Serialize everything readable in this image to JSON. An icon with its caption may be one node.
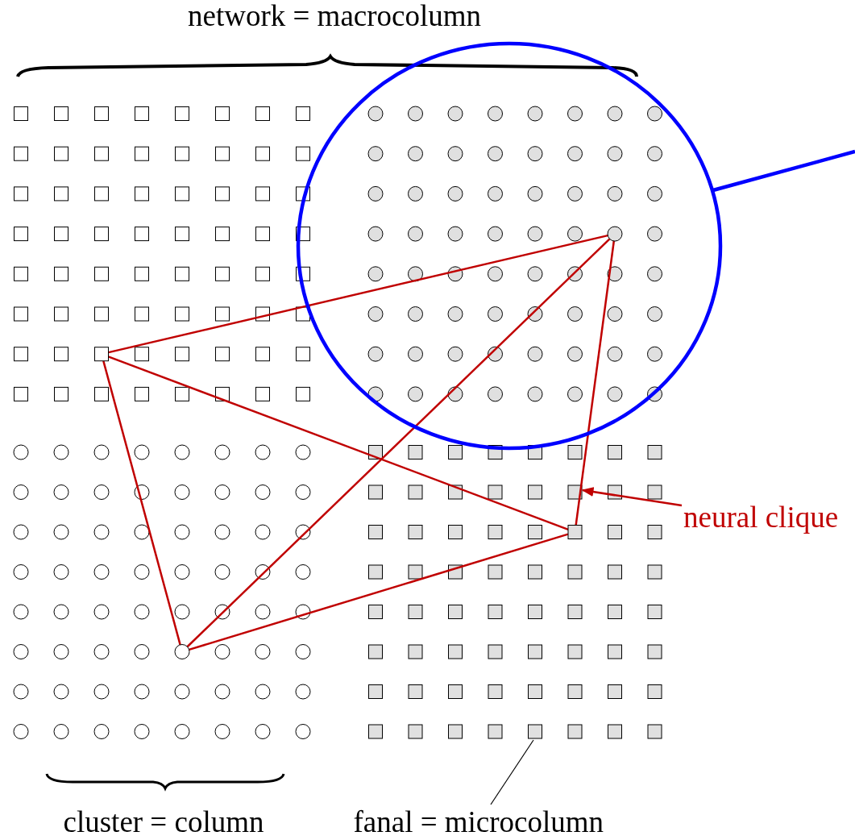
{
  "diagram": {
    "nodes": [
      {
        "text": [],
        "shape": "circle"
      },
      {
        "text": [],
        "shape": "circle",
        "in": 0
      },
      {
        "text": [],
        "shape": "box"
      },
      {
        "text": [],
        "shape": "box"
      },
      {
        "text": [],
        "shape": "circle"
      },
      {
        "text": [],
        "shape": "box"
      },
      {
        "text": [
          "neural clique"
        ]
      },
      {
        "text": [
          "fanal = microcolumn"
        ]
      }
    ],
    "edges": [
      {
        "from": 2,
        "to": 1,
        "arrow": "none"
      },
      {
        "from": 2,
        "to": 3,
        "arrow": "none"
      },
      {
        "from": 2,
        "to": 4,
        "arrow": "none"
      },
      {
        "from": 1,
        "to": 3,
        "arrow": "none"
      },
      {
        "from": 1,
        "to": 4,
        "arrow": "none"
      },
      {
        "from": 3,
        "to": 4,
        "arrow": "none"
      },
      {
        "from": 6,
        "to": null,
        "arrow": "to"
      },
      {
        "from": 7,
        "to": 5,
        "arrow": "none",
        "color": "#000000"
      },
      {
        "from": 0,
        "to": null,
        "arrow": "none",
        "color": "#0000ff",
        "style": "thick"
      }
    ],
    "labels": [
      "network = macrocolumn",
      "cluster = column"
    ]
  }
}
